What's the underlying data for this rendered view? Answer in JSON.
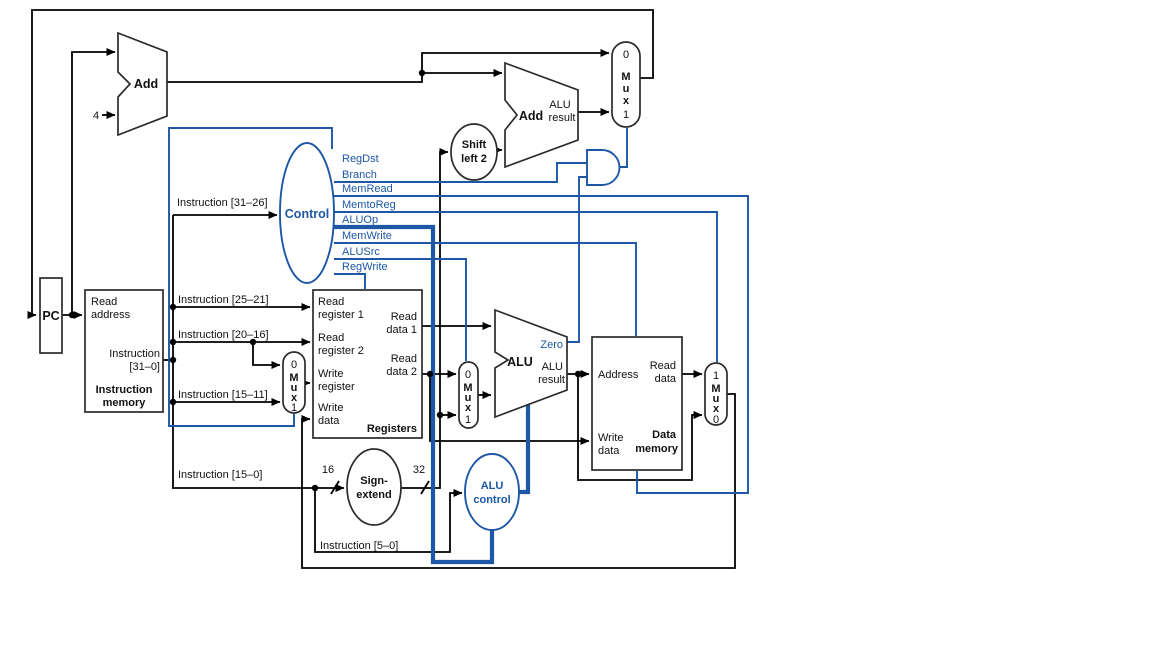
{
  "colors": {
    "control_blue": "#1d57a5",
    "wire_black": "#000000",
    "box_fill": "#ffffff"
  },
  "mux": {
    "label_m": "M",
    "label_u": "u",
    "label_x": "x",
    "in0": "0",
    "in1": "1"
  },
  "pc": {
    "label": "PC"
  },
  "adder": {
    "label": "Add",
    "increment": "4"
  },
  "add_result": {
    "label": "Add",
    "result_1": "ALU",
    "result_2": "result"
  },
  "shift_left": {
    "line1": "Shift",
    "line2": "left 2"
  },
  "control": {
    "label": "Control",
    "signals": [
      "RegDst",
      "Branch",
      "MemRead",
      "MemtoReg",
      "ALUOp",
      "MemWrite",
      "ALUSrc",
      "RegWrite"
    ]
  },
  "instruction_memory": {
    "port_read_address_1": "Read",
    "port_read_address_2": "address",
    "port_instruction_1": "Instruction",
    "port_instruction_2": "[31–0]",
    "name_1": "Instruction",
    "name_2": "memory"
  },
  "instruction_fields": {
    "bits_31_26": "Instruction [31–26]",
    "bits_25_21": "Instruction [25–21]",
    "bits_20_16": "Instruction [20–16]",
    "bits_15_11": "Instruction [15–11]",
    "bits_15_0": "Instruction [15–0]",
    "bits_5_0": "Instruction [5–0]"
  },
  "registers": {
    "name": "Registers",
    "read_reg1_1": "Read",
    "read_reg1_2": "register 1",
    "read_reg2_1": "Read",
    "read_reg2_2": "register 2",
    "write_reg_1": "Write",
    "write_reg_2": "register",
    "write_data_1": "Write",
    "write_data_2": "data",
    "read_data1_1": "Read",
    "read_data1_2": "data 1",
    "read_data2_1": "Read",
    "read_data2_2": "data 2"
  },
  "sign_extend": {
    "line1": "Sign-",
    "line2": "extend",
    "width_in": "16",
    "width_out": "32"
  },
  "alu": {
    "label": "ALU",
    "zero": "Zero",
    "result_1": "ALU",
    "result_2": "result"
  },
  "alu_control": {
    "line1": "ALU",
    "line2": "control"
  },
  "data_memory": {
    "name_1": "Data",
    "name_2": "memory",
    "port_address": "Address",
    "port_read_1": "Read",
    "port_read_2": "data",
    "port_write_1": "Write",
    "port_write_2": "data"
  }
}
